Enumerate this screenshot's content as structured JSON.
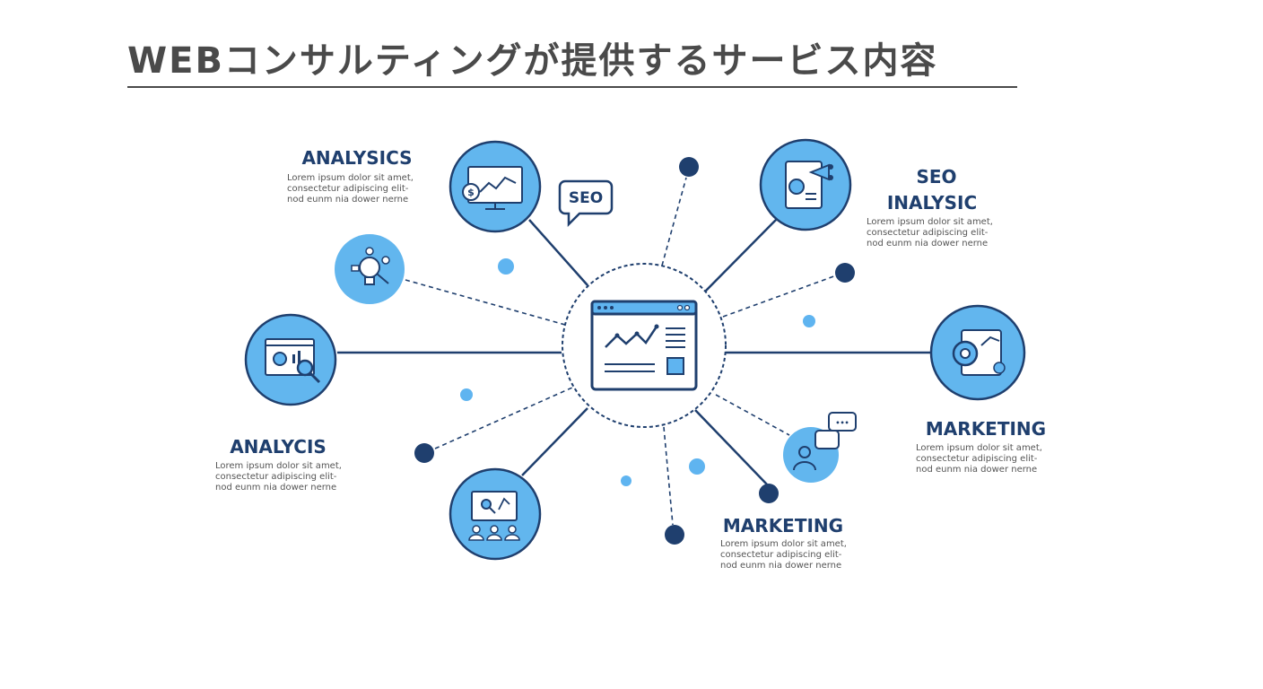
{
  "title": "WEBコンサルティングが提供するサービス内容",
  "colors": {
    "dark_blue": "#1f3f6e",
    "light_blue": "#5fb4f0",
    "circle_fill": "#62b6ee",
    "text_gray": "#555555"
  },
  "icons": {
    "center": "browser-analytics-icon",
    "top_left": "monitor-dollar-chart-icon",
    "left_top": "lightbulb-idea-icon",
    "left": "browser-gear-search-icon",
    "bottom_left": "presentation-team-icon",
    "top_right": "document-gear-icon",
    "right": "gear-document-icon",
    "bottom_right": "user-chat-icon"
  },
  "speech_bubble": "SEO",
  "sections": {
    "analytics_top": {
      "title": "ANALYSICS",
      "desc": "Lorem ipsum dolor sit amet,\nconsectetur adipiscing elit-\nnod eunm nia dower nerne"
    },
    "seo_analysic": {
      "title_line1": "SEO",
      "title_line2": "INALYSIC",
      "desc": "Lorem ipsum dolor sit amet,\nconsectetur adipiscing elit-\nnod eunm nia dower nerne"
    },
    "analycis_left": {
      "title": "ANALYCIS",
      "desc": "Lorem ipsum dolor sit amet,\nconsectetur adipiscing elit-\nnod eunm nia dower nerne"
    },
    "marketing_right": {
      "title": "MARKETING",
      "desc": "Lorem ipsum dolor sit amet,\nconsectetur adipiscing elit-\nnod eunm nia dower nerne"
    },
    "marketing_bottom": {
      "title": "MARKETING",
      "desc": "Lorem ipsum dolor sit amet,\nconsectetur adipiscing elit-\nnod eunm nia dower nerne"
    }
  }
}
